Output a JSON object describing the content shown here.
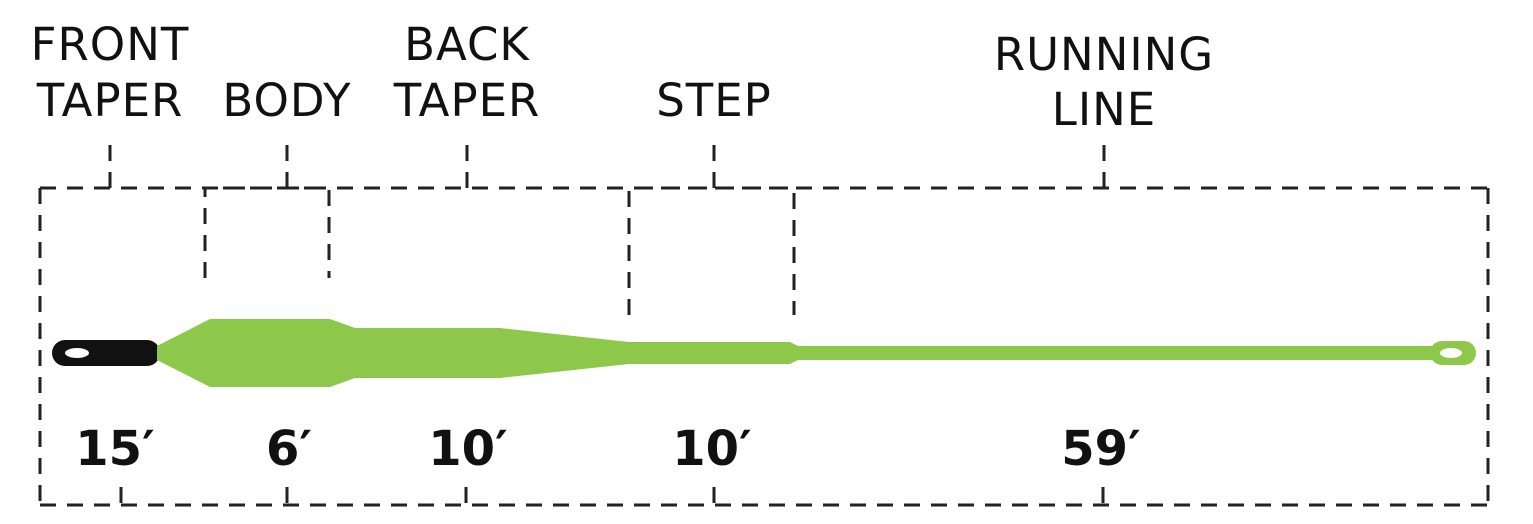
{
  "segments": [
    {
      "name_lines": [
        "FRONT",
        "TAPER"
      ],
      "length": "15′"
    },
    {
      "name_lines": [
        "BODY"
      ],
      "length": "6′"
    },
    {
      "name_lines": [
        "BACK",
        "TAPER"
      ],
      "length": "10′"
    },
    {
      "name_lines": [
        "STEP"
      ],
      "length": "10′"
    },
    {
      "name_lines": [
        "RUNNING",
        "LINE"
      ],
      "length": "59′"
    }
  ],
  "colors": {
    "line": "#8dc84a",
    "tip": "#111111",
    "dashes": "#222222",
    "text": "#111111"
  }
}
